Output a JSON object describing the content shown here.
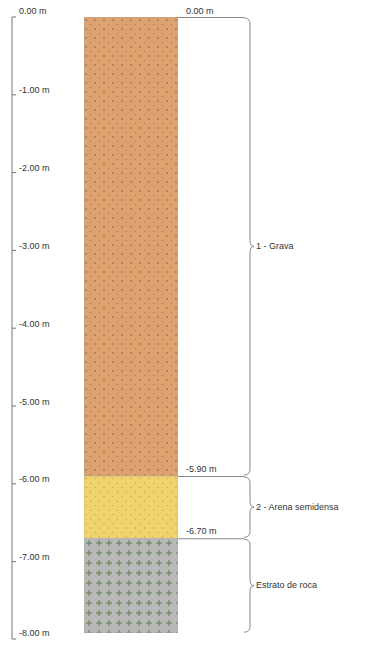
{
  "diagram": {
    "nodes": [
      {
        "text": [
          "1 - Grava"
        ]
      },
      {
        "text": [
          "2 - Arena semidensa"
        ]
      },
      {
        "text": [
          "Estrato de roca"
        ]
      }
    ],
    "labels": [
      "0.00 m",
      "-1.00 m",
      "-2.00 m",
      "-3.00 m",
      "-4.00 m",
      "-5.00 m",
      "-6.00 m",
      "-7.00 m",
      "-8.00 m",
      "0.00 m",
      "-5.90 m",
      "-6.70 m"
    ]
  }
}
